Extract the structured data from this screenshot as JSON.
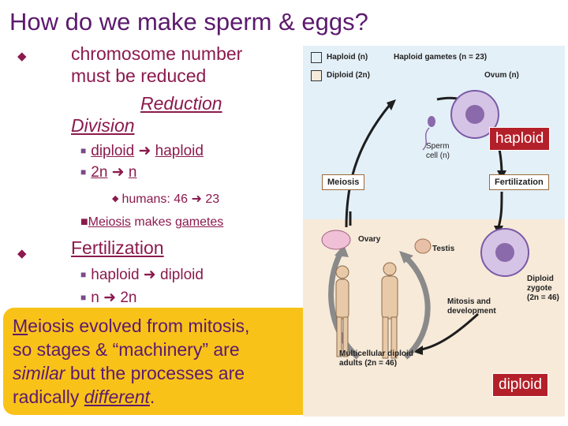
{
  "slide": {
    "title": "How do we make sperm & eggs?",
    "bullet1": {
      "line1": "chromosome number",
      "line2": "must be reduced",
      "reduction": "Reduction",
      "division": "Division",
      "sub1_a": "diploid",
      "sub1_b": "haploid",
      "sub2_a": "2n",
      "sub2_b": "n",
      "sub3": "humans: 46",
      "sub3_b": "23",
      "sub4_a": "Meiosis",
      "sub4_b": "makes",
      "sub4_c": "gametes"
    },
    "bullet2": {
      "label": "Fertilization",
      "sub1_a": "haploid",
      "sub1_b": "diploid",
      "sub2_a": "n",
      "sub2_b": "2n"
    },
    "callout": {
      "first_letter": "M",
      "line1_rest": "eiosis evolved from mitosis,",
      "line2": "so stages & “machinery” are",
      "line3_a": "similar",
      "line3_b": " but the processes are",
      "line4_a": "radically ",
      "line4_b": "different",
      "line4_c": "."
    }
  },
  "diagram": {
    "legend_haploid": "Haploid (n)",
    "legend_diploid": "Diploid (2n)",
    "haploid_gametes": "Haploid gametes (n = 23)",
    "ovum": "Ovum (n)",
    "sperm_cell_1": "Sperm",
    "sperm_cell_2": "cell (n)",
    "meiosis": "Meiosis",
    "fertilization": "Fertilization",
    "ovary": "Ovary",
    "testis": "Testis",
    "zygote_1": "Diploid",
    "zygote_2": "zygote",
    "zygote_3": "(2n = 46)",
    "mitosis_1": "Mitosis and",
    "mitosis_2": "development",
    "adults_1": "Multicellular diploid",
    "adults_2": "adults (2n = 46)",
    "label_haploid": "haploid",
    "label_diploid": "diploid"
  }
}
